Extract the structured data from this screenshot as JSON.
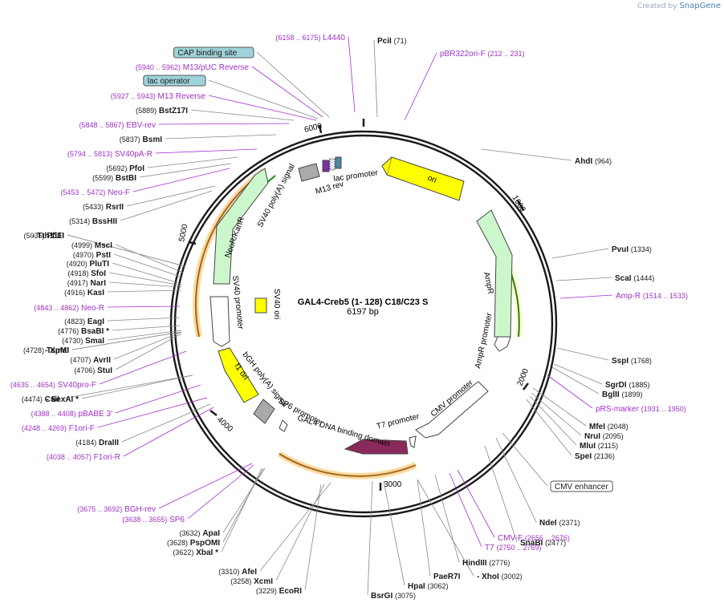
{
  "credit": {
    "prefix": "Created by",
    "brand": "SnapGene"
  },
  "title": {
    "name": "GAL4-Creb5 (1- 128) C18/C23 S",
    "length": "6197 bp"
  },
  "ticks": [
    "1000",
    "2000",
    "3000",
    "4000",
    "5000",
    "6000"
  ],
  "features": [
    "ori",
    "AmpR",
    "AmpR promoter",
    "CMV promoter",
    "T7 promoter",
    "GAL4 DNA binding domain",
    "SP6 promoter",
    "bGH poly(A) signal",
    "f1 ori",
    "SV40 promoter",
    "NeoR/KanR",
    "SV40 ori",
    "SV40 poly(A) signal",
    "M13 rev",
    "lac promoter"
  ],
  "labels": [
    {
      "name": "PciI",
      "pos": "(71)",
      "kind": "site",
      "side": "R"
    },
    {
      "name": "AhdI",
      "pos": "(964)",
      "kind": "site",
      "side": "R"
    },
    {
      "name": "PvuI",
      "pos": "(1334)",
      "kind": "site",
      "side": "R"
    },
    {
      "name": "ScaI",
      "pos": "(1444)",
      "kind": "site",
      "side": "R"
    },
    {
      "name": "Amp-R",
      "pos": "(1514 .. 1533)",
      "kind": "primer",
      "side": "R"
    },
    {
      "name": "SspI",
      "pos": "(1768)",
      "kind": "site",
      "side": "R"
    },
    {
      "name": "SgrDI",
      "pos": "(1885)",
      "kind": "site",
      "side": "R"
    },
    {
      "name": "BglII",
      "pos": "(1899)",
      "kind": "site",
      "side": "R"
    },
    {
      "name": "pRS-marker",
      "pos": "(1931 .. 1950)",
      "kind": "primer",
      "side": "R"
    },
    {
      "name": "MfeI",
      "pos": "(2048)",
      "kind": "site",
      "side": "R"
    },
    {
      "name": "NruI",
      "pos": "(2095)",
      "kind": "site",
      "side": "R"
    },
    {
      "name": "MluI",
      "pos": "(2115)",
      "kind": "site",
      "side": "R"
    },
    {
      "name": "SpeI",
      "pos": "(2136)",
      "kind": "site",
      "side": "R"
    },
    {
      "name": "CMV enhancer",
      "pos": "",
      "kind": "box",
      "side": "R"
    },
    {
      "name": "NdeI",
      "pos": "(2371)",
      "kind": "site",
      "side": "R"
    },
    {
      "name": "SnaBI",
      "pos": "(2477)",
      "kind": "site",
      "side": "R"
    },
    {
      "name": "CMV-F",
      "pos": "(2656 .. 2676)",
      "kind": "primer",
      "side": "R"
    },
    {
      "name": "T7",
      "pos": "(2750 .. 2769)",
      "kind": "primer",
      "side": "R"
    },
    {
      "name": "HindIII",
      "pos": "(2776)",
      "kind": "site",
      "side": "R"
    },
    {
      "name": "PaeR7I",
      "pos": "",
      "kind": "site",
      "side": "R"
    },
    {
      "name": "- XhoI",
      "pos": "(3002)",
      "kind": "site",
      "side": "R"
    },
    {
      "name": "HpaI",
      "pos": "(3062)",
      "kind": "site",
      "side": "R"
    },
    {
      "name": "BsrGI",
      "pos": "(3075)",
      "kind": "site",
      "side": "R"
    },
    {
      "name": "EcoRI",
      "pos": "(3229)",
      "kind": "site",
      "side": "L"
    },
    {
      "name": "XcmI",
      "pos": "(3258)",
      "kind": "site",
      "side": "L"
    },
    {
      "name": "AfeI",
      "pos": "(3310)",
      "kind": "site",
      "side": "L"
    },
    {
      "name": "XbaI *",
      "pos": "(3622)",
      "kind": "site",
      "side": "L"
    },
    {
      "name": "PspOMI",
      "pos": "(3628)",
      "kind": "site",
      "side": "L"
    },
    {
      "name": "ApaI",
      "pos": "(3632)",
      "kind": "site",
      "side": "L"
    },
    {
      "name": "SP6",
      "pos": "(3638 .. 3655)",
      "kind": "primer",
      "side": "L"
    },
    {
      "name": "BGH-rev",
      "pos": "(3675 .. 3692)",
      "kind": "primer",
      "side": "L"
    },
    {
      "name": "F1ori-R",
      "pos": "(4038 .. 4057)",
      "kind": "primer",
      "side": "L"
    },
    {
      "name": "DraIII",
      "pos": "(4184)",
      "kind": "site",
      "side": "L"
    },
    {
      "name": "F1ori-F",
      "pos": "(4248 .. 4269)",
      "kind": "primer",
      "side": "L"
    },
    {
      "name": "pBABE 3'",
      "pos": "(4388 .. 4408)",
      "kind": "primer",
      "side": "L"
    },
    {
      "name": "CsiI",
      "pos": "(4474)",
      "kind": "site",
      "side": "L"
    },
    {
      "name": "- SexAI *",
      "pos": "",
      "kind": "site",
      "side": "L"
    },
    {
      "name": "SV40pro-F",
      "pos": "(4635 .. 4654)",
      "kind": "primer",
      "side": "L"
    },
    {
      "name": "StuI",
      "pos": "(4706)",
      "kind": "site",
      "side": "L"
    },
    {
      "name": "AvrII",
      "pos": "(4707)",
      "kind": "site",
      "side": "L"
    },
    {
      "name": "TspMI",
      "pos": "(4728)",
      "kind": "site",
      "side": "L"
    },
    {
      "name": "- XmaI",
      "pos": "",
      "kind": "site",
      "side": "L"
    },
    {
      "name": "SmaI",
      "pos": "(4730)",
      "kind": "site",
      "side": "L"
    },
    {
      "name": "BsaBI *",
      "pos": "(4776)",
      "kind": "site",
      "side": "L"
    },
    {
      "name": "EagI",
      "pos": "(4823)",
      "kind": "site",
      "side": "L"
    },
    {
      "name": "Neo-R",
      "pos": "(4843 .. 4862)",
      "kind": "primer",
      "side": "L"
    },
    {
      "name": "KasI",
      "pos": "(4916)",
      "kind": "site",
      "side": "L"
    },
    {
      "name": "NarI",
      "pos": "(4917)",
      "kind": "site",
      "side": "L"
    },
    {
      "name": "SfoI",
      "pos": "(4918)",
      "kind": "site",
      "side": "L"
    },
    {
      "name": "PluTI",
      "pos": "(4920)",
      "kind": "site",
      "side": "L"
    },
    {
      "name": "PstI",
      "pos": "(4970)",
      "kind": "site",
      "side": "L"
    },
    {
      "name": "MscI",
      "pos": "(4999)",
      "kind": "site",
      "side": "L"
    },
    {
      "name": "PflFI",
      "pos": "(5035)",
      "kind": "site",
      "side": "L"
    },
    {
      "name": "- Tth111I",
      "pos": "",
      "kind": "site",
      "side": "L"
    },
    {
      "name": "BssHII",
      "pos": "(5314)",
      "kind": "site",
      "side": "L"
    },
    {
      "name": "RsrII",
      "pos": "(5433)",
      "kind": "site",
      "side": "L"
    },
    {
      "name": "Neo-F",
      "pos": "(5453 .. 5472)",
      "kind": "primer",
      "side": "L"
    },
    {
      "name": "BstBI",
      "pos": "(5599)",
      "kind": "site",
      "side": "L"
    },
    {
      "name": "PfoI",
      "pos": "(5692)",
      "kind": "site",
      "side": "L"
    },
    {
      "name": "SV40pA-R",
      "pos": "(5794 .. 5813)",
      "kind": "primer",
      "side": "L"
    },
    {
      "name": "BsmI",
      "pos": "(5837)",
      "kind": "site",
      "side": "L"
    },
    {
      "name": "EBV-rev",
      "pos": "(5848 .. 5867)",
      "kind": "primer",
      "side": "L"
    },
    {
      "name": "BstZ17I",
      "pos": "(5889)",
      "kind": "site",
      "side": "L"
    },
    {
      "name": "M13 Reverse",
      "pos": "(5927 .. 5943)",
      "kind": "primer",
      "side": "L"
    },
    {
      "name": "lac operator",
      "pos": "",
      "kind": "box",
      "side": "L"
    },
    {
      "name": "M13/pUC Reverse",
      "pos": "(5940 .. 5962)",
      "kind": "primer",
      "side": "L"
    },
    {
      "name": "CAP binding site",
      "pos": "",
      "kind": "box",
      "side": "L"
    },
    {
      "name": "L4440",
      "pos": "(6158 .. 6175)",
      "kind": "primer",
      "side": "L"
    },
    {
      "name": "pBR322ori-F",
      "pos": "(212 .. 231)",
      "kind": "primer",
      "side": "R"
    }
  ]
}
